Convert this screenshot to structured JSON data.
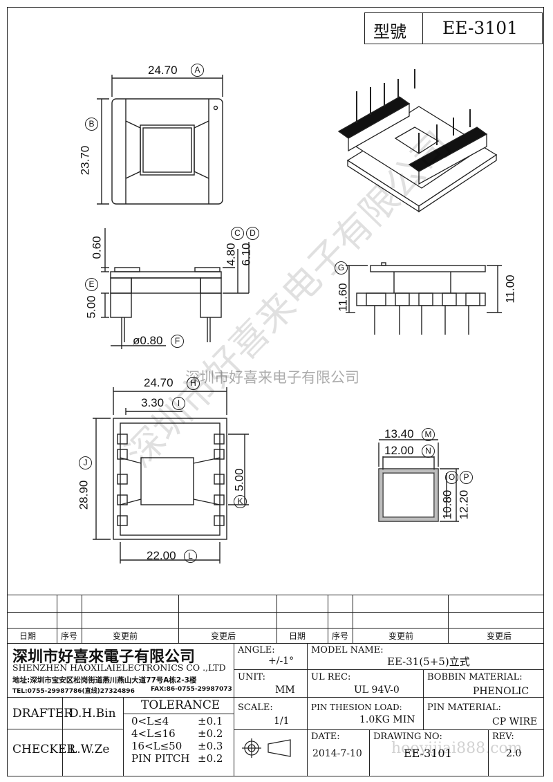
{
  "header": {
    "model_label": "型號",
    "model_value": "EE-3101"
  },
  "dims": {
    "top_width": "24.70",
    "top_width_id": "A",
    "top_height": "23.70",
    "top_height_id": "B",
    "c_val": "4.80",
    "c_id": "C",
    "d_val": "6.10",
    "d_id": "D",
    "gap_val": "0.60",
    "e_val": "5.00",
    "e_id": "E",
    "f_val": "ø0.80",
    "f_id": "F",
    "g_val": "11.60",
    "g_id": "G",
    "side_h": "11.00",
    "h_val": "24.70",
    "h_id": "H",
    "i_val": "3.30",
    "i_id": "I",
    "j_val": "28.90",
    "j_id": "J",
    "k_val": "5.00",
    "k_id": "K",
    "l_val": "22.00",
    "l_id": "L",
    "m_val": "13.40",
    "m_id": "M",
    "n_val": "12.00",
    "n_id": "N",
    "o_val": "10.80",
    "o_id": "O",
    "p_val": "12.20",
    "p_id": "P"
  },
  "watermark": {
    "diag": "深圳市好喜来电子有限公司",
    "center": "深圳市好喜来电子有限公司",
    "bottom": "hooyijiai888.com"
  },
  "revision_table": {
    "headers": [
      "日期",
      "序号",
      "变更前",
      "变更后",
      "日期",
      "序号",
      "变更前",
      "变更后"
    ]
  },
  "company": {
    "name_cn": "深圳市好喜來電子有限公司",
    "name_en": "SHENZHEN HAOXILAIELECTRONICS CO .,LTD",
    "address": "地址:深圳市宝安区松岗街道燕川燕山大道77号A栋2-3楼",
    "tel": "TEL:0755-29987786(直线)27324896",
    "fax": "FAX:86-0755-29987073"
  },
  "signoff": {
    "drafter_label": "DRAFTER",
    "drafter": "D.H.Bin",
    "checker_label": "CHECKER",
    "checker": "L.W.Ze"
  },
  "tolerance": {
    "title": "TOLERANCE",
    "rows": [
      {
        "range": "0<L≤4",
        "tol": "±0.1"
      },
      {
        "range": "4<L≤16",
        "tol": "±0.2"
      },
      {
        "range": "16<L≤50",
        "tol": "±0.3"
      },
      {
        "range": "PIN PITCH",
        "tol": "±0.2"
      }
    ]
  },
  "fields": {
    "angle_label": "ANGLE:",
    "angle": "+/-1°",
    "unit_label": "UNIT:",
    "unit": "MM",
    "scale_label": "SCALE:",
    "scale": "1/1",
    "model_name_label": "MODEL NAME:",
    "model_name": "EE-31(5+5)立式",
    "ul_label": "UL REC:",
    "ul": "UL 94V-0",
    "bobbin_label": "BOBBIN MATERIAL:",
    "bobbin": "PHENOLIC",
    "pin_load_label": "PIN THESION LOAD:",
    "pin_load": "1.0KG MIN",
    "pin_mat_label": "PIN MATERIAL:",
    "pin_mat": "CP  WIRE",
    "date_label": "DATE:",
    "date": "2014-7-10",
    "drawing_label": "DRAWING NO:",
    "drawing": "EE-3101",
    "rev_label": "REV:",
    "rev": "2.0"
  }
}
